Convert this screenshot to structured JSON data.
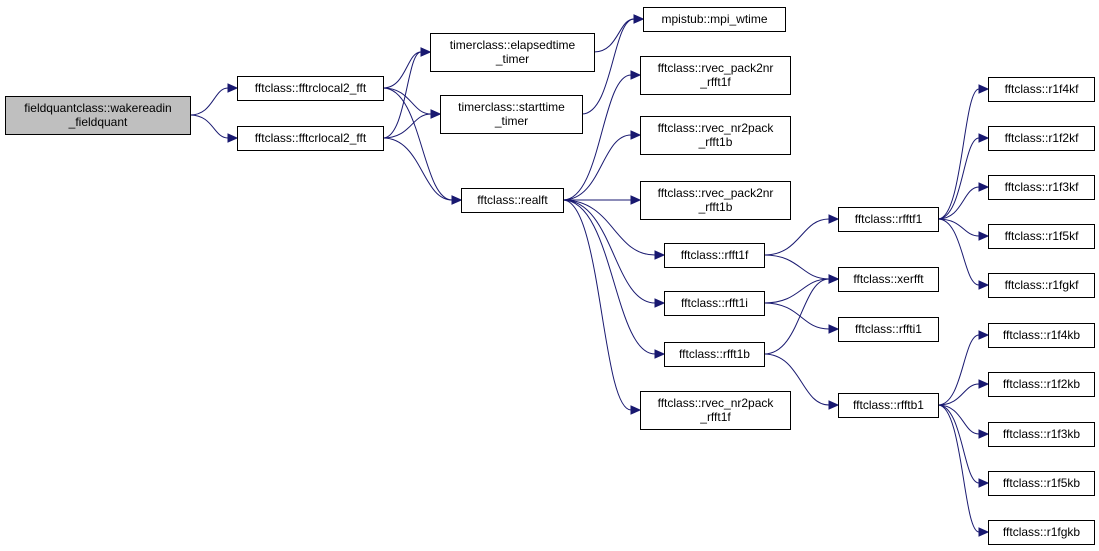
{
  "graph": {
    "nodes": [
      {
        "id": "wakereadin",
        "lines": [
          "fieldquantclass::wakereadin",
          "_fieldquant"
        ],
        "root": true
      },
      {
        "id": "fftrclocal2",
        "lines": [
          "fftclass::fftrclocal2_fft"
        ]
      },
      {
        "id": "fftcrlocal2",
        "lines": [
          "fftclass::fftcrlocal2_fft"
        ]
      },
      {
        "id": "elapsedtime",
        "lines": [
          "timerclass::elapsedtime",
          "_timer"
        ]
      },
      {
        "id": "starttime",
        "lines": [
          "timerclass::starttime",
          "_timer"
        ]
      },
      {
        "id": "mpiwtime",
        "lines": [
          "mpistub::mpi_wtime"
        ]
      },
      {
        "id": "pack2nr_f",
        "lines": [
          "fftclass::rvec_pack2nr",
          "_rfft1f"
        ]
      },
      {
        "id": "nr2pack_b",
        "lines": [
          "fftclass::rvec_nr2pack",
          "_rfft1b"
        ]
      },
      {
        "id": "pack2nr_b",
        "lines": [
          "fftclass::rvec_pack2nr",
          "_rfft1b"
        ]
      },
      {
        "id": "nr2pack_f",
        "lines": [
          "fftclass::rvec_nr2pack",
          "_rfft1f"
        ]
      },
      {
        "id": "realft",
        "lines": [
          "fftclass::realft"
        ]
      },
      {
        "id": "rfft1f",
        "lines": [
          "fftclass::rfft1f"
        ]
      },
      {
        "id": "rfft1i",
        "lines": [
          "fftclass::rfft1i"
        ]
      },
      {
        "id": "rfft1b",
        "lines": [
          "fftclass::rfft1b"
        ]
      },
      {
        "id": "rfftf1",
        "lines": [
          "fftclass::rfftf1"
        ]
      },
      {
        "id": "xerfft",
        "lines": [
          "fftclass::xerfft"
        ]
      },
      {
        "id": "rffti1",
        "lines": [
          "fftclass::rffti1"
        ]
      },
      {
        "id": "rfftb1",
        "lines": [
          "fftclass::rfftb1"
        ]
      },
      {
        "id": "r1f4kf",
        "lines": [
          "fftclass::r1f4kf"
        ]
      },
      {
        "id": "r1f2kf",
        "lines": [
          "fftclass::r1f2kf"
        ]
      },
      {
        "id": "r1f3kf",
        "lines": [
          "fftclass::r1f3kf"
        ]
      },
      {
        "id": "r1f5kf",
        "lines": [
          "fftclass::r1f5kf"
        ]
      },
      {
        "id": "r1fgkf",
        "lines": [
          "fftclass::r1fgkf"
        ]
      },
      {
        "id": "r1f4kb",
        "lines": [
          "fftclass::r1f4kb"
        ]
      },
      {
        "id": "r1f2kb",
        "lines": [
          "fftclass::r1f2kb"
        ]
      },
      {
        "id": "r1f3kb",
        "lines": [
          "fftclass::r1f3kb"
        ]
      },
      {
        "id": "r1f5kb",
        "lines": [
          "fftclass::r1f5kb"
        ]
      },
      {
        "id": "r1fgkb",
        "lines": [
          "fftclass::r1fgkb"
        ]
      }
    ],
    "edges": [
      [
        "wakereadin",
        "fftrclocal2"
      ],
      [
        "wakereadin",
        "fftcrlocal2"
      ],
      [
        "fftrclocal2",
        "elapsedtime"
      ],
      [
        "fftrclocal2",
        "starttime"
      ],
      [
        "fftrclocal2",
        "realft"
      ],
      [
        "fftcrlocal2",
        "elapsedtime"
      ],
      [
        "fftcrlocal2",
        "starttime"
      ],
      [
        "fftcrlocal2",
        "realft"
      ],
      [
        "elapsedtime",
        "mpiwtime"
      ],
      [
        "starttime",
        "mpiwtime"
      ],
      [
        "realft",
        "pack2nr_f"
      ],
      [
        "realft",
        "nr2pack_b"
      ],
      [
        "realft",
        "pack2nr_b"
      ],
      [
        "realft",
        "rfft1f"
      ],
      [
        "realft",
        "rfft1i"
      ],
      [
        "realft",
        "rfft1b"
      ],
      [
        "realft",
        "nr2pack_f"
      ],
      [
        "rfft1f",
        "rfftf1"
      ],
      [
        "rfft1f",
        "xerfft"
      ],
      [
        "rfft1i",
        "xerfft"
      ],
      [
        "rfft1i",
        "rffti1"
      ],
      [
        "rfft1b",
        "xerfft"
      ],
      [
        "rfft1b",
        "rfftb1"
      ],
      [
        "rfftf1",
        "r1f4kf"
      ],
      [
        "rfftf1",
        "r1f2kf"
      ],
      [
        "rfftf1",
        "r1f3kf"
      ],
      [
        "rfftf1",
        "r1f5kf"
      ],
      [
        "rfftf1",
        "r1fgkf"
      ],
      [
        "rfftb1",
        "r1f4kb"
      ],
      [
        "rfftb1",
        "r1f2kb"
      ],
      [
        "rfftb1",
        "r1f3kb"
      ],
      [
        "rfftb1",
        "r1f5kb"
      ],
      [
        "rfftb1",
        "r1fgkb"
      ]
    ],
    "colors": {
      "edge": "#191970",
      "root_fill": "#bfbfbf",
      "node_fill": "#ffffff",
      "node_stroke": "#000000"
    }
  }
}
